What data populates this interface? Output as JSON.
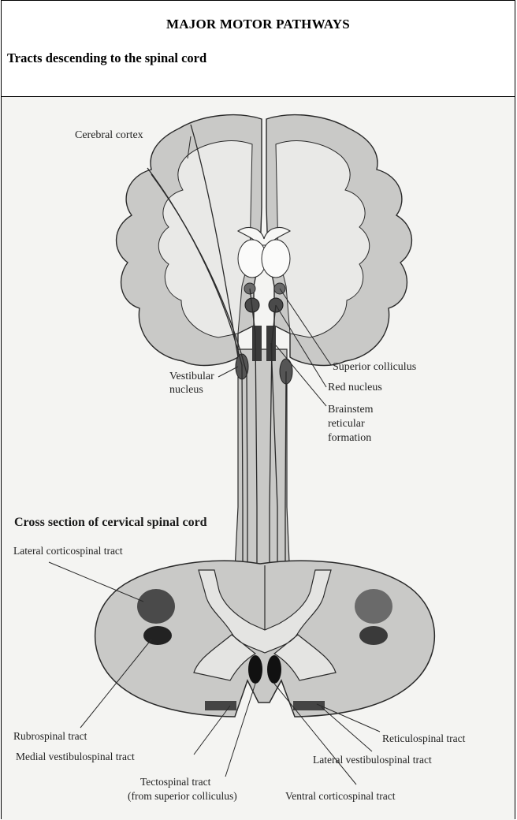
{
  "header": {
    "title": "MAJOR MOTOR PATHWAYS",
    "subtitle": "Tracts descending to the spinal cord"
  },
  "brain": {
    "labels": {
      "cerebral_cortex": "Cerebral cortex",
      "superior_colliculus": "Superior colliculus",
      "vestibular_1": "Vestibular",
      "vestibular_2": "nucleus",
      "red_nucleus": "Red nucleus",
      "brainstem_1": "Brainstem",
      "brainstem_2": "reticular",
      "brainstem_3": "formation"
    }
  },
  "spinal": {
    "heading": "Cross section of cervical spinal cord",
    "labels": {
      "lateral_corticospinal": "Lateral corticospinal tract",
      "rubrospinal": "Rubrospinal tract",
      "reticulospinal": "Reticulospinal tract",
      "medial_vestibulospinal": "Medial vestibulospinal tract",
      "lateral_vestibulospinal": "Lateral vestibulospinal tract",
      "tectospinal_1": "Tectospinal tract",
      "tectospinal_2": "(from superior colliculus)",
      "ventral_corticospinal": "Ventral corticospinal tract"
    }
  },
  "colors": {
    "tissue": "#c9c9c7",
    "white_matter": "#e9e9e7",
    "outline": "#2a2a2a",
    "dark_nucleus": "#2e2e2e",
    "mid_nucleus": "#5a5a5a"
  }
}
